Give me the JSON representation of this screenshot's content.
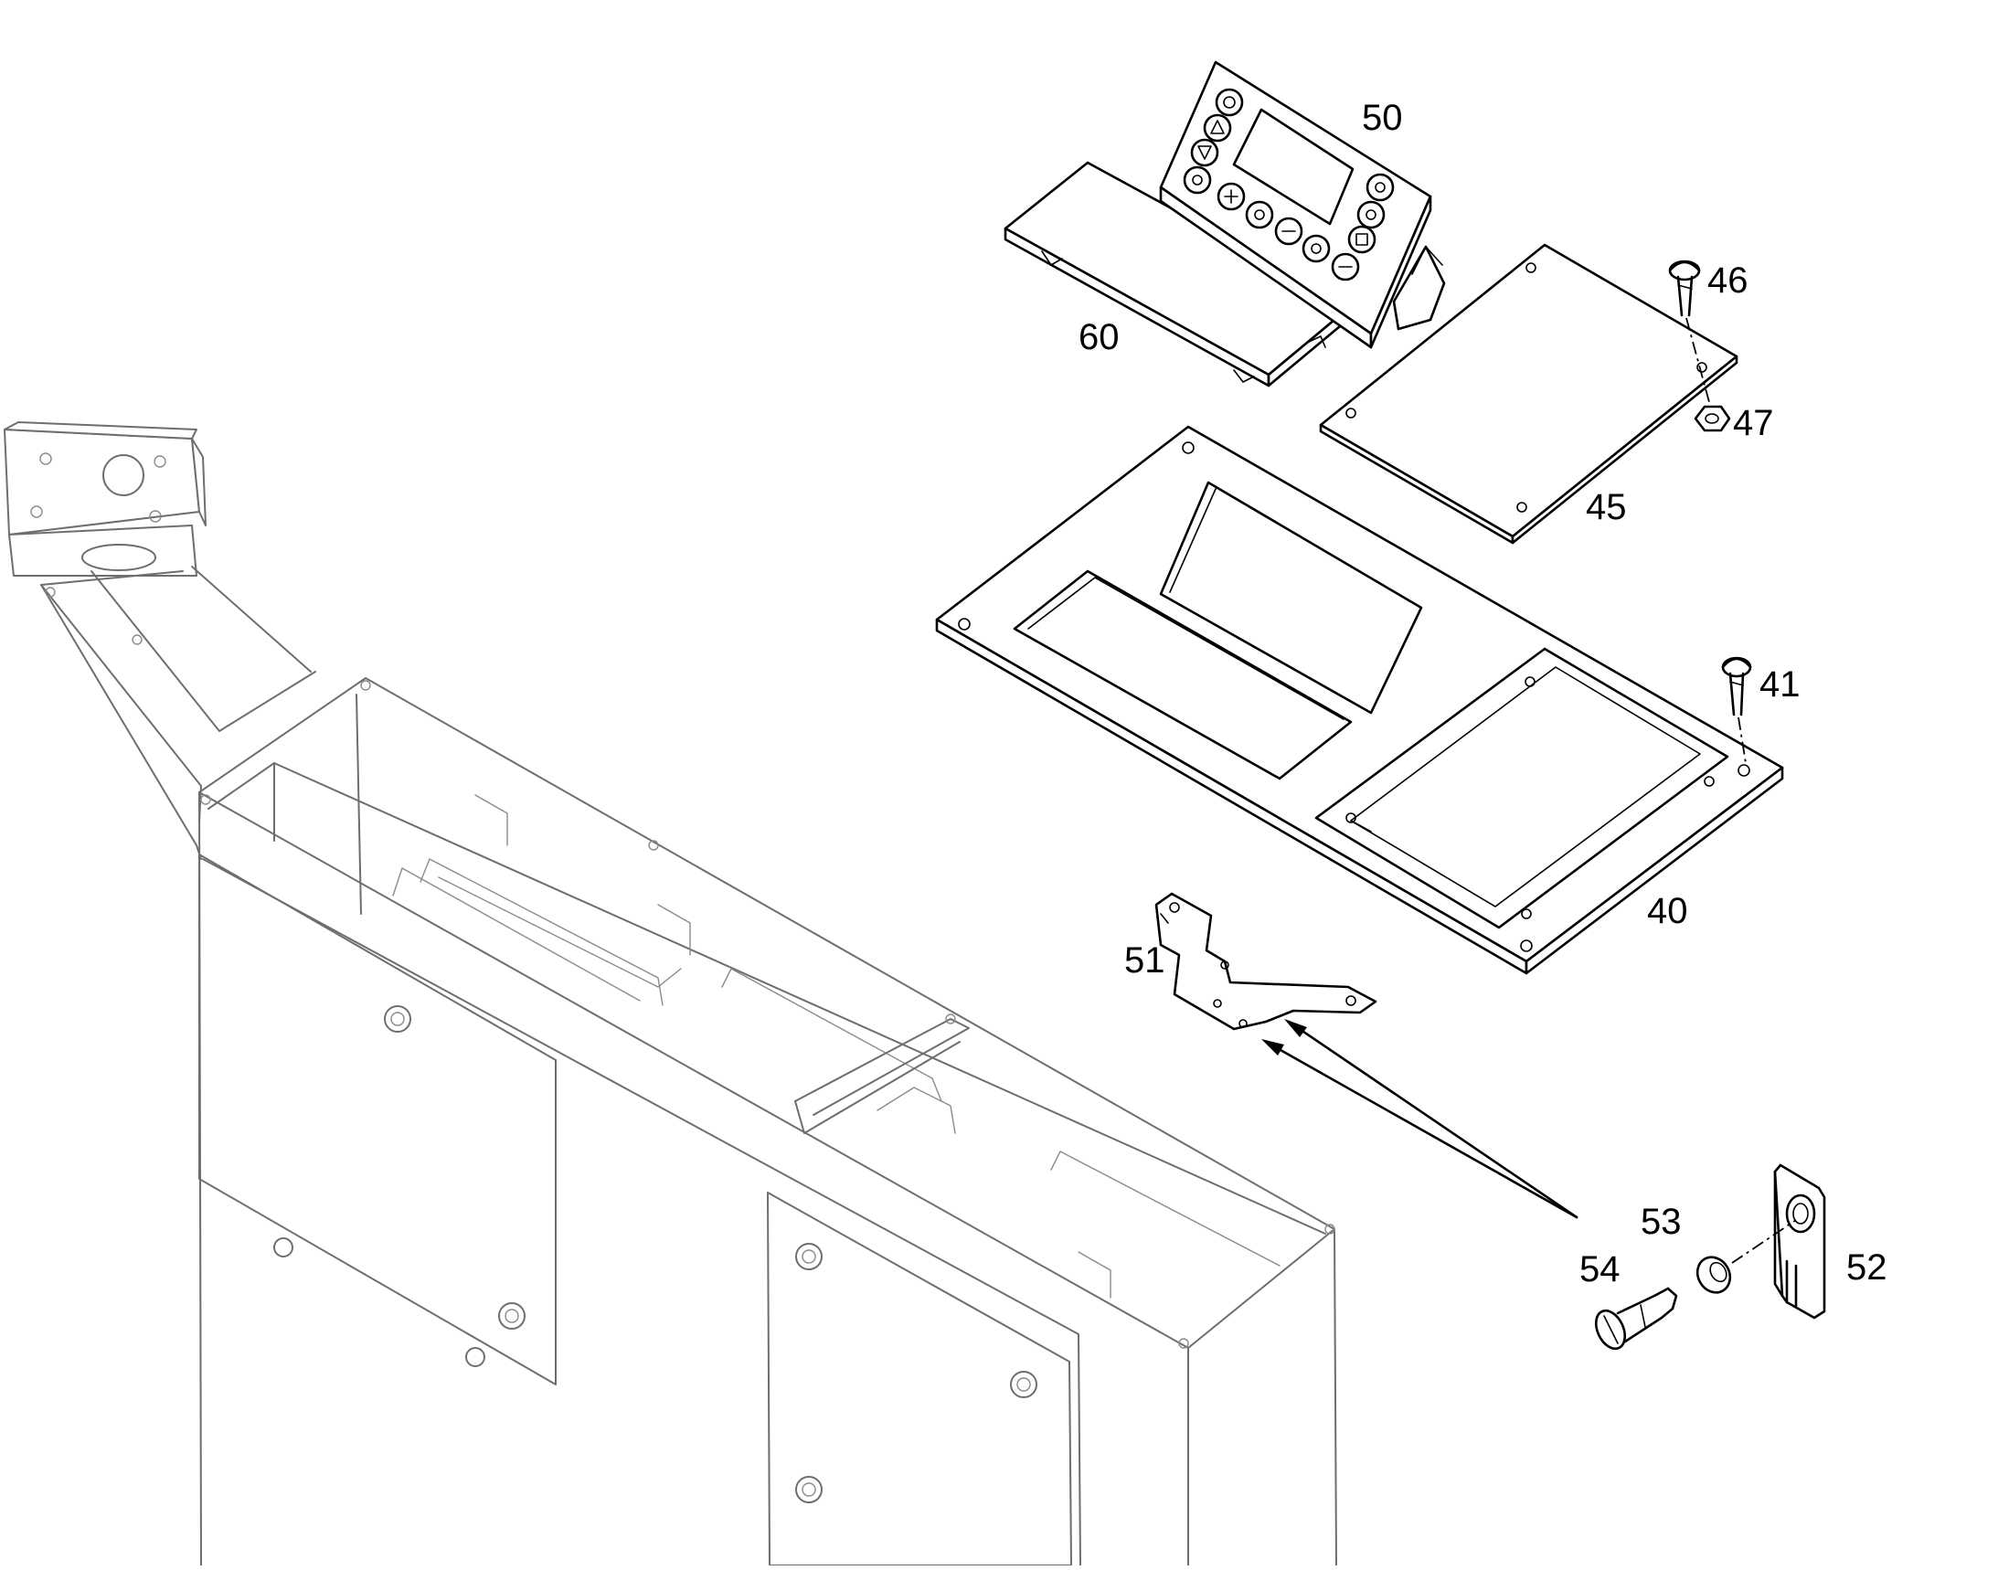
{
  "callouts": [
    {
      "id": "label-40",
      "text": "40"
    },
    {
      "id": "label-41",
      "text": "41"
    },
    {
      "id": "label-45",
      "text": "45"
    },
    {
      "id": "label-46",
      "text": "46"
    },
    {
      "id": "label-47",
      "text": "47"
    },
    {
      "id": "label-50",
      "text": "50"
    },
    {
      "id": "label-51",
      "text": "51"
    },
    {
      "id": "label-52",
      "text": "52"
    },
    {
      "id": "label-53",
      "text": "53"
    },
    {
      "id": "label-54",
      "text": "54"
    },
    {
      "id": "label-60",
      "text": "60"
    }
  ]
}
